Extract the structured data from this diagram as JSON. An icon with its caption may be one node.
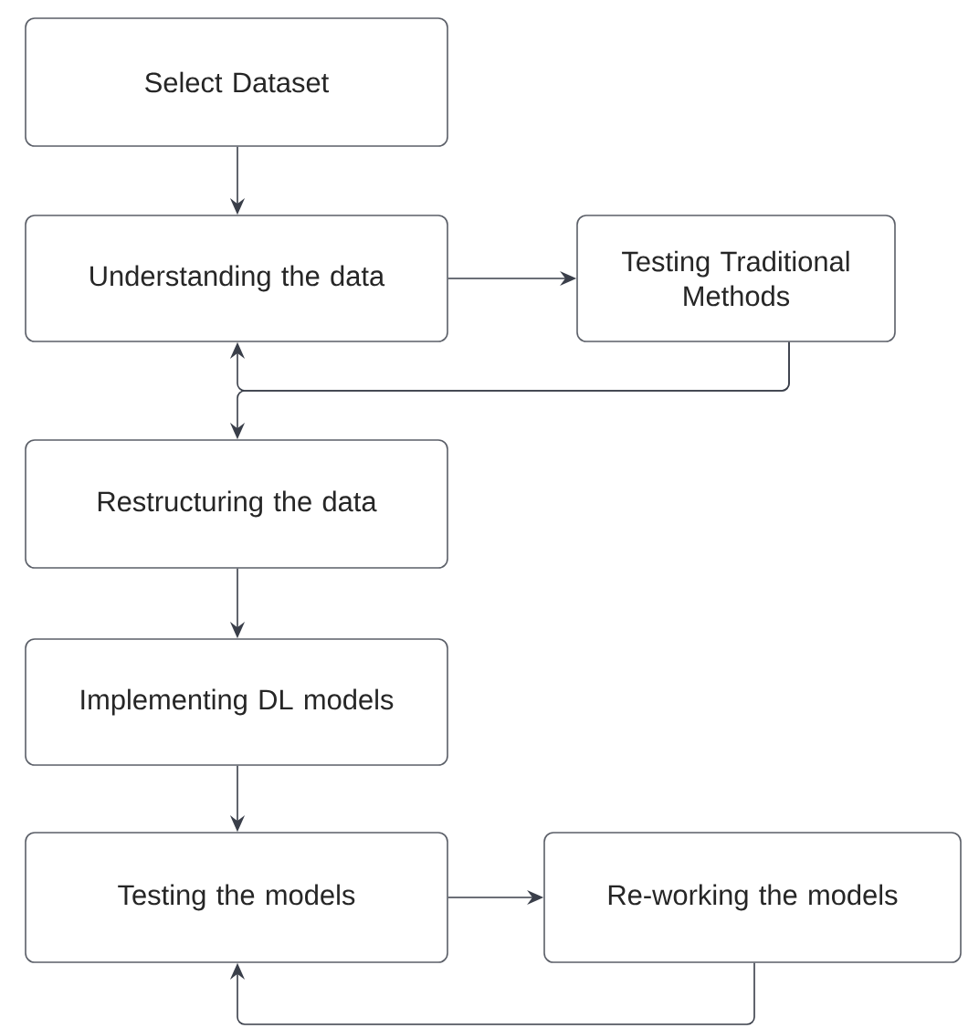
{
  "diagram": {
    "nodes": [
      {
        "text": [
          "Select Dataset"
        ]
      },
      {
        "text": [
          "Understanding the data"
        ]
      },
      {
        "text": [
          "Testing Traditional Methods"
        ]
      },
      {
        "text": [
          "Restructuring the data"
        ]
      },
      {
        "text": [
          "Implementing DL models"
        ]
      },
      {
        "text": [
          "Testing the models"
        ]
      },
      {
        "text": [
          "Re-working the models"
        ]
      }
    ],
    "edges": [
      {
        "from": 0,
        "to": 1,
        "arrow": "to"
      },
      {
        "from": 1,
        "to": 2,
        "arrow": "to"
      },
      {
        "from": 2,
        "to": 1,
        "arrow": "to"
      },
      {
        "from": 2,
        "to": 3,
        "arrow": "to"
      },
      {
        "from": 3,
        "to": 4,
        "arrow": "to"
      },
      {
        "from": 4,
        "to": 5,
        "arrow": "to"
      },
      {
        "from": 5,
        "to": 6,
        "arrow": "to"
      },
      {
        "from": 6,
        "to": 5,
        "arrow": "to"
      }
    ]
  }
}
